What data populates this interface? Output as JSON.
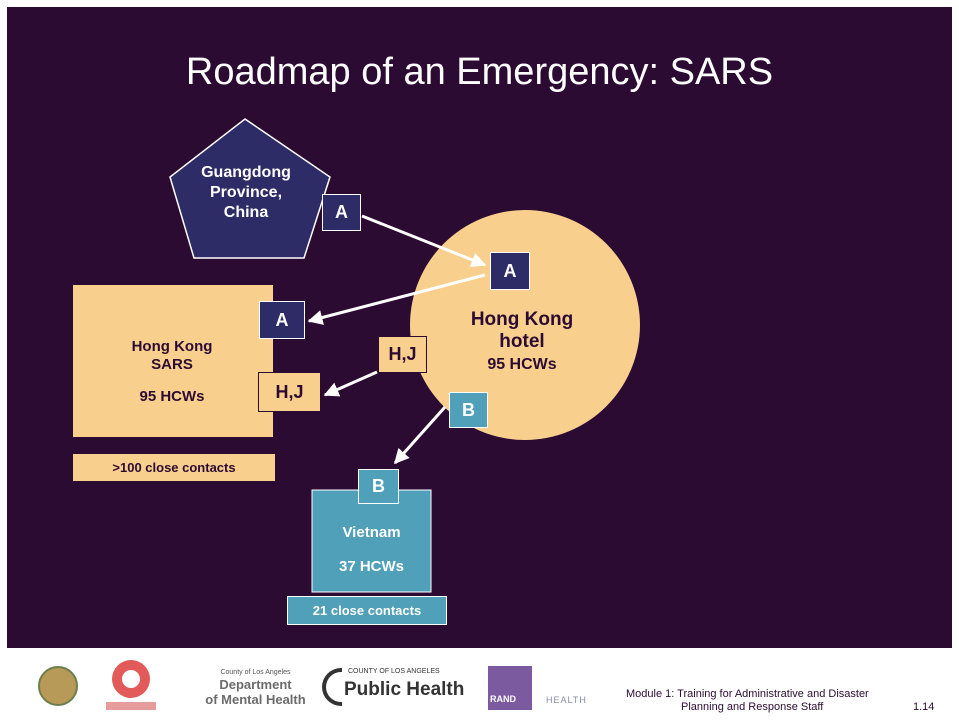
{
  "slide": {
    "title": "Roadmap of an Emergency: SARS",
    "guangdong": {
      "line1": "Guangdong",
      "line2": "Province,",
      "line3": "China",
      "label": "A"
    },
    "hk_hotel": {
      "line1": "Hong Kong",
      "line2": "hotel",
      "line3": "95 HCWs",
      "label_a": "A",
      "label_hj": "H,J",
      "label_b": "B"
    },
    "hk_sars": {
      "line1": "Hong Kong",
      "line2": "SARS",
      "line3": "95 HCWs",
      "label_a": "A",
      "label_hj": "H,J",
      "contacts": ">100 close contacts"
    },
    "vietnam": {
      "label": "B",
      "line1": "Vietnam",
      "line2": "37 HCWs",
      "contacts": "21 close contacts"
    },
    "colors": {
      "background": "#2c0b33",
      "navy": "#2e2c66",
      "tan": "#f8cf8c",
      "teal": "#4fa0b8"
    }
  },
  "footer": {
    "logo_dmh_small": "County of Los Angeles",
    "logo_dmh_line1": "Department",
    "logo_dmh_line2": "of Mental Health",
    "logo_ph_small": "COUNTY OF LOS ANGELES",
    "logo_ph_big": "Public Health",
    "logo_rand": "RAND",
    "logo_health": "HEALTH",
    "module_line1": "Module 1:  Training for Administrative and Disaster",
    "module_line2": "Planning and Response Staff",
    "page_number": "1.14"
  }
}
